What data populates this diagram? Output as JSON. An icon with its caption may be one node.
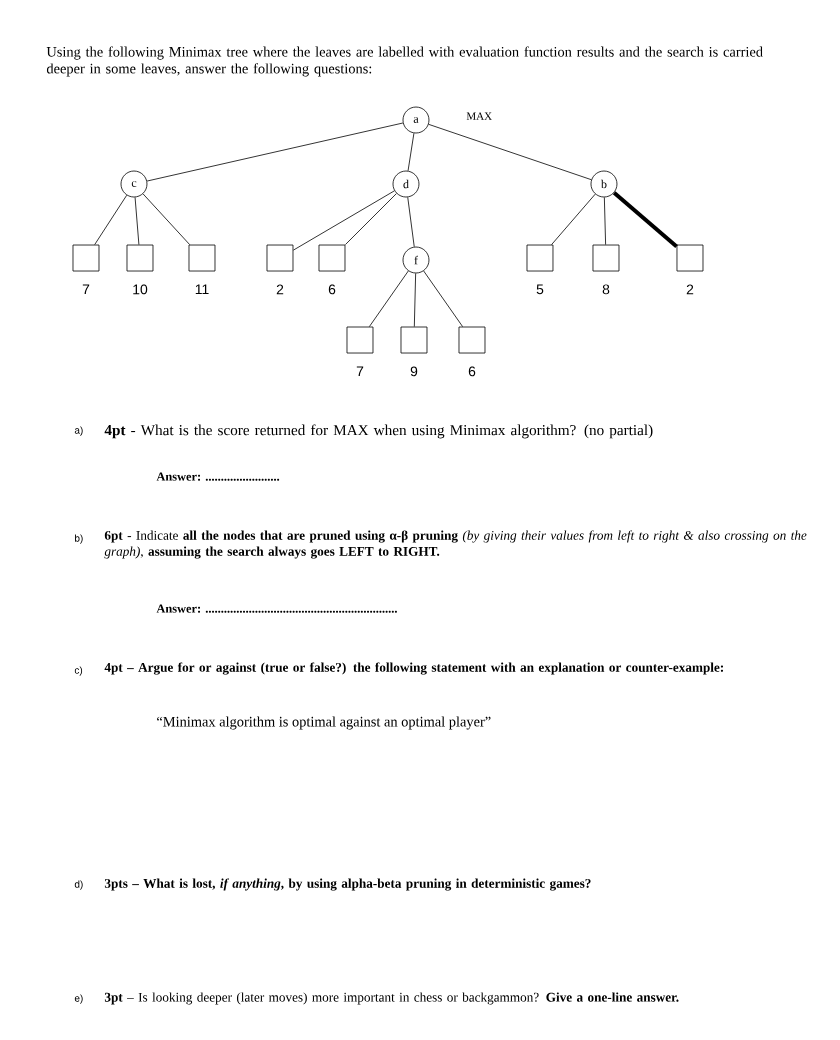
{
  "diagram": {
    "nodes": [
      {
        "text": [
          "a"
        ]
      },
      {
        "text": [
          "c"
        ]
      },
      {
        "text": [
          "d"
        ]
      },
      {
        "text": [
          "b"
        ]
      },
      {
        "text": [],
        "shape": "box",
        "beside": [
          "7"
        ]
      },
      {
        "text": [],
        "shape": "box",
        "beside": [
          "10"
        ]
      },
      {
        "text": [],
        "shape": "box",
        "beside": [
          "11"
        ]
      },
      {
        "text": [],
        "shape": "box",
        "beside": [
          "2"
        ]
      },
      {
        "text": [],
        "shape": "box",
        "beside": [
          "6"
        ]
      },
      {
        "text": [
          "f"
        ]
      },
      {
        "text": [],
        "shape": "box",
        "beside": [
          "7"
        ]
      },
      {
        "text": [],
        "shape": "box",
        "beside": [
          "9"
        ]
      },
      {
        "text": [],
        "shape": "box",
        "beside": [
          "6"
        ]
      },
      {
        "text": [],
        "shape": "box",
        "beside": [
          "5"
        ]
      },
      {
        "text": [],
        "shape": "box",
        "beside": [
          "8"
        ]
      },
      {
        "text": [],
        "shape": "box",
        "beside": [
          "2"
        ]
      }
    ],
    "edges": [
      {
        "from": 0,
        "to": 1,
        "arrow": "none"
      },
      {
        "from": 0,
        "to": 2,
        "arrow": "none"
      },
      {
        "from": 0,
        "to": 3,
        "arrow": "none"
      },
      {
        "from": 1,
        "to": 4,
        "arrow": "none"
      },
      {
        "from": 1,
        "to": 5,
        "arrow": "none"
      },
      {
        "from": 1,
        "to": 6,
        "arrow": "none"
      },
      {
        "from": 2,
        "to": 7,
        "arrow": "none"
      },
      {
        "from": 2,
        "to": 8,
        "arrow": "none"
      },
      {
        "from": 2,
        "to": 9,
        "arrow": "none"
      },
      {
        "from": 9,
        "to": 10,
        "arrow": "none"
      },
      {
        "from": 9,
        "to": 11,
        "arrow": "none"
      },
      {
        "from": 9,
        "to": 12,
        "arrow": "none"
      },
      {
        "from": 3,
        "to": 13,
        "arrow": "none"
      },
      {
        "from": 3,
        "to": 14,
        "arrow": "none"
      },
      {
        "from": 3,
        "to": 15,
        "arrow": "none",
        "style": "thick"
      }
    ],
    "labels": [
      "Using the following Minimax tree where the leaves are labelled with evaluation function results and the search is carried deeper in some leaves, answer the following questions:",
      "MAX",
      "a)",
      "**4pt** - What is the score returned for MAX when using Minimax algorithm? (no partial)",
      "Answer: ........................",
      "b)",
      "**6pt** - Indicate **all the nodes that are pruned using α-β pruning** *(by giving their values from left to right & also crossing on the graph)*, **assuming the search always goes LEFT to RIGHT.**",
      "Answer: ..............................................................",
      "c)",
      "4pt – Argue for or against (true or false?) the following statement with an explanation or counter-example:",
      "“Minimax algorithm is optimal against an optimal player”",
      "d)",
      "3pts – What is lost, *if anything*, by using alpha-beta pruning in deterministic games?",
      "e)",
      "**3pt** – Is looking deeper (later moves) more important in chess or backgammon? **Give a one-line answer.**"
    ]
  }
}
